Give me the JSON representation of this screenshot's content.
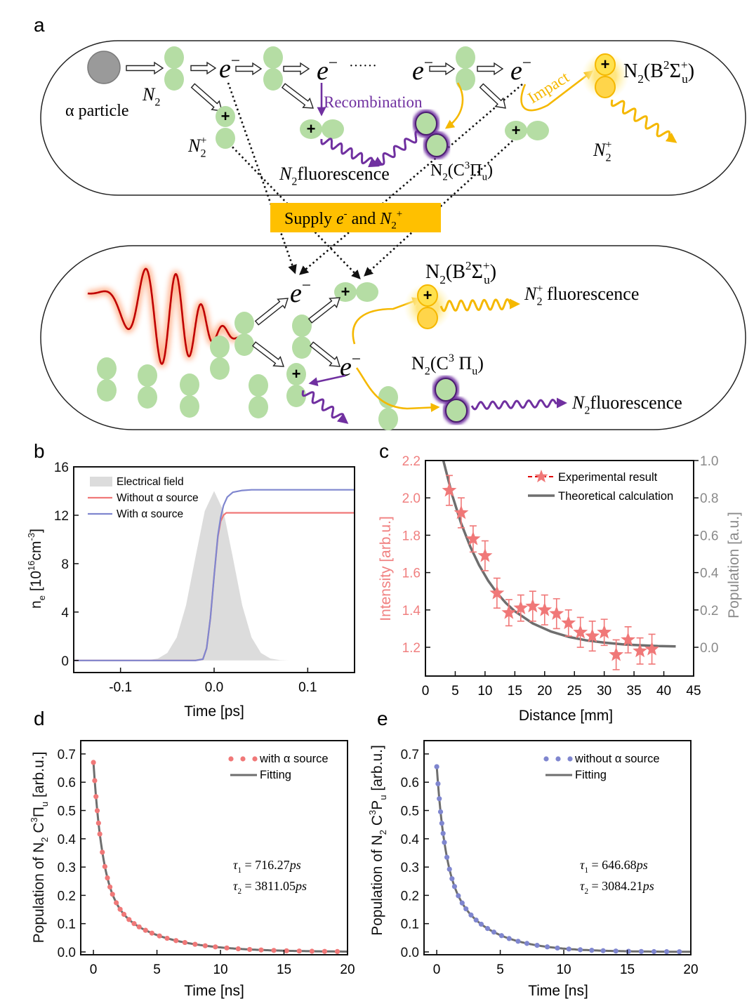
{
  "diagram": {
    "panel_label": "a",
    "ion_symbol": "+",
    "alpha_particle": "α particle",
    "n2_label": [
      {
        "t": "N",
        "i": true
      },
      {
        "t": "2",
        "s": "sub"
      }
    ],
    "electron": [
      {
        "t": "e",
        "i": true
      },
      {
        "t": "−",
        "s": "sup"
      }
    ],
    "ellipsis": "······",
    "recombination": "Recombination",
    "impact": "Impact",
    "n2plus": [
      {
        "t": "N",
        "i": true
      },
      {
        "t": "+",
        "s": "sup"
      },
      {
        "t": "2",
        "s": "sub",
        "dx": -9
      }
    ],
    "n2_fluorescence": [
      {
        "t": "N",
        "i": true
      },
      {
        "t": "2",
        "s": "sub"
      },
      {
        "t": "fluorescence"
      }
    ],
    "n2_c3pi": [
      {
        "t": "N"
      },
      {
        "t": "2",
        "s": "sub"
      },
      {
        "t": "(C"
      },
      {
        "t": "3",
        "s": "sup"
      },
      {
        "t": "Π"
      },
      {
        "t": "u",
        "s": "sub"
      },
      {
        "t": ")"
      }
    ],
    "n2_b2sigma": [
      {
        "t": "N"
      },
      {
        "t": "2",
        "s": "sub"
      },
      {
        "t": "(B"
      },
      {
        "t": "2",
        "s": "sup"
      },
      {
        "t": "Σ"
      },
      {
        "t": "+",
        "s": "sup"
      },
      {
        "t": "u",
        "s": "sub",
        "dx": -8
      },
      {
        "t": ")"
      }
    ],
    "supply_box": [
      {
        "t": "Supply "
      },
      {
        "t": "e",
        "i": true
      },
      {
        "t": "-",
        "s": "sup"
      },
      {
        "t": " and "
      },
      {
        "t": "N",
        "i": true
      },
      {
        "t": "2",
        "s": "sub"
      },
      {
        "t": "+",
        "s": "sup"
      }
    ],
    "n2plus_fluorescence": [
      {
        "t": "N",
        "i": true
      },
      {
        "t": "+",
        "s": "sup"
      },
      {
        "t": "2",
        "s": "sub",
        "dx": -9
      },
      {
        "t": " fluorescence"
      }
    ],
    "n2_c3pi_bottom": [
      {
        "t": "N"
      },
      {
        "t": "2",
        "s": "sub"
      },
      {
        "t": "(C"
      },
      {
        "t": "3",
        "s": "sup"
      },
      {
        "t": " Π"
      },
      {
        "t": "u",
        "s": "sub"
      },
      {
        "t": ")"
      }
    ],
    "colors": {
      "supply_box": "#FFC000",
      "yellow": "#F5B800",
      "purple": "#7030A0",
      "molecule": "#B5DDA4",
      "laser": "#C00000"
    }
  },
  "chart_data": [
    {
      "panel_label": "b",
      "type": "line",
      "xlabel": "Time [ps]",
      "ylabel": [
        {
          "t": "n"
        },
        {
          "t": "e",
          "s": "sub"
        },
        {
          "t": " [10"
        },
        {
          "t": "16",
          "s": "sup"
        },
        {
          "t": "cm"
        },
        {
          "t": "-3",
          "s": "sup"
        },
        {
          "t": "]"
        }
      ],
      "xlim": [
        -0.15,
        0.15
      ],
      "ylim": [
        -1,
        16
      ],
      "xticks": [
        -0.1,
        0.0,
        0.1
      ],
      "xtick_labels": [
        "-0.1",
        "0.0",
        "0.1"
      ],
      "yticks": [
        0,
        4,
        8,
        12,
        16
      ],
      "ytick_labels": [
        "0",
        "4",
        "8",
        "12",
        "16"
      ],
      "legend_position": "top-left",
      "series": [
        {
          "name": "Electrical field",
          "kind": "area",
          "color": "#DCDCDC",
          "x": [
            -0.08,
            -0.07,
            -0.06,
            -0.05,
            -0.04,
            -0.03,
            -0.02,
            -0.01,
            0,
            0.01,
            0.02,
            0.03,
            0.04,
            0.05,
            0.06,
            0.07,
            0.08
          ],
          "y": [
            0,
            0.03,
            0.16,
            0.62,
            1.9,
            4.55,
            8.5,
            12.35,
            14,
            12.35,
            8.5,
            4.55,
            1.9,
            0.62,
            0.16,
            0.03,
            0
          ]
        },
        {
          "name": "Without α source",
          "kind": "line",
          "color": "#F07878",
          "x": [
            -0.15,
            -0.02,
            -0.012,
            -0.008,
            -0.004,
            0,
            0.004,
            0.007,
            0.01,
            0.013,
            0.02,
            0.15
          ],
          "y": [
            0,
            0,
            0.1,
            1.0,
            3.5,
            7.0,
            10.2,
            11.5,
            12.0,
            12.2,
            12.2,
            12.2
          ]
        },
        {
          "name": "With α source",
          "kind": "line",
          "color": "#7F86CF",
          "x": [
            -0.15,
            -0.02,
            -0.012,
            -0.008,
            -0.004,
            0,
            0.004,
            0.007,
            0.01,
            0.014,
            0.02,
            0.03,
            0.04,
            0.15
          ],
          "y": [
            0,
            0,
            0.1,
            1.0,
            3.5,
            7.0,
            10.3,
            11.8,
            12.8,
            13.5,
            13.9,
            14.05,
            14.1,
            14.1
          ]
        }
      ]
    },
    {
      "panel_label": "c",
      "type": "scatter",
      "xlabel": "Distance [mm]",
      "ylabel": "Intensity [arb.u.]",
      "ylabel_right": "Population [a.u.]",
      "xlim": [
        0,
        45
      ],
      "ylim": [
        1.046,
        2.2
      ],
      "ylim_right": [
        -0.154,
        1.0
      ],
      "xticks": [
        0,
        5,
        10,
        15,
        20,
        25,
        30,
        35,
        40,
        45
      ],
      "xtick_labels": [
        "0",
        "5",
        "10",
        "15",
        "20",
        "25",
        "30",
        "35",
        "40",
        "45"
      ],
      "yticks": [
        1.2,
        1.4,
        1.6,
        1.8,
        2.0,
        2.2
      ],
      "ytick_labels": [
        "1.2",
        "1.4",
        "1.6",
        "1.8",
        "2.0",
        "2.2"
      ],
      "yticks_right": [
        0.0,
        0.2,
        0.4,
        0.6,
        0.8,
        1.0
      ],
      "ytick_labels_right": [
        "0.0",
        "0.2",
        "0.4",
        "0.6",
        "0.8",
        "1.0"
      ],
      "left_axis_color": "#F08080",
      "right_axis_color": "#8A8A8A",
      "legend_position": "top-right",
      "series": [
        {
          "name": "Experimental result",
          "kind": "star-errorbar",
          "color": "#F07878",
          "x": [
            4,
            6,
            8,
            10,
            12,
            14,
            16,
            18,
            20,
            22,
            24,
            26,
            28,
            30,
            32,
            34,
            36,
            38
          ],
          "y": [
            2.04,
            1.92,
            1.78,
            1.69,
            1.49,
            1.385,
            1.41,
            1.42,
            1.4,
            1.38,
            1.33,
            1.28,
            1.26,
            1.28,
            1.16,
            1.24,
            1.18,
            1.19
          ],
          "err": [
            0.08,
            0.08,
            0.07,
            0.08,
            0.08,
            0.07,
            0.07,
            0.08,
            0.08,
            0.08,
            0.07,
            0.08,
            0.08,
            0.07,
            0.08,
            0.07,
            0.07,
            0.08
          ]
        },
        {
          "name": "Theoretical calculation",
          "kind": "line",
          "axis": "right",
          "color": "#6E6E6E",
          "x": [
            3,
            4.5,
            6,
            7.5,
            9,
            10.5,
            12,
            13.5,
            15,
            18,
            21,
            24,
            27,
            30,
            33,
            36,
            39,
            42
          ],
          "y": [
            1.0,
            0.814,
            0.663,
            0.54,
            0.44,
            0.358,
            0.291,
            0.237,
            0.193,
            0.128,
            0.085,
            0.056,
            0.037,
            0.025,
            0.016,
            0.011,
            0.007,
            0.005
          ]
        }
      ]
    },
    {
      "panel_label": "d",
      "type": "scatter",
      "xlabel": "Time [ns]",
      "ylabel": [
        {
          "t": "Population of N"
        },
        {
          "t": "2",
          "s": "sub"
        },
        {
          "t": " C"
        },
        {
          "t": "3",
          "s": "sup"
        },
        {
          "t": "Π"
        },
        {
          "t": "u",
          "s": "sub"
        },
        {
          "t": " [arb.u.]"
        }
      ],
      "xlim": [
        -1,
        20
      ],
      "ylim": [
        -0.01,
        0.747
      ],
      "xticks": [
        0,
        5,
        10,
        15,
        20
      ],
      "xtick_labels": [
        "0",
        "5",
        "10",
        "15",
        "20"
      ],
      "yticks": [
        0,
        0.1,
        0.2,
        0.3,
        0.4,
        0.5,
        0.6,
        0.7
      ],
      "ytick_labels": [
        "0.0",
        "0.1",
        "0.2",
        "0.3",
        "0.4",
        "0.5",
        "0.6",
        "0.7"
      ],
      "legend_position": "top-right",
      "fit_model": {
        "A1": 0.45,
        "tau1_ns": 0.71627,
        "A2": 0.22,
        "tau2_ns": 3.81105
      },
      "annotations": [
        [
          {
            "t": "τ",
            "i": true
          },
          {
            "t": "1",
            "s": "sub"
          },
          {
            "t": " = 716.27"
          },
          {
            "t": "ps",
            "i": true
          }
        ],
        [
          {
            "t": "τ",
            "i": true
          },
          {
            "t": "2",
            "s": "sub"
          },
          {
            "t": " = 3811.05"
          },
          {
            "t": "ps",
            "i": true
          }
        ]
      ],
      "series": [
        {
          "name": "with α source",
          "kind": "dots",
          "color": "#F07878",
          "x": [
            0,
            0.1,
            0.2,
            0.3,
            0.4,
            0.5,
            0.7,
            0.9,
            1.1,
            1.3,
            1.5,
            1.8,
            2.1,
            2.4,
            2.8,
            3.2,
            3.6,
            4.1,
            4.6,
            5.2,
            5.8,
            6.5,
            7.2,
            8,
            8.8,
            9.6,
            10.5,
            11.4,
            12.3,
            13.2,
            14.2,
            15.2,
            16.2,
            17.2,
            18.2,
            19.2
          ]
        },
        {
          "name": "Fitting",
          "kind": "fit",
          "color": "#6E6E6E"
        }
      ]
    },
    {
      "panel_label": "e",
      "type": "scatter",
      "xlabel": "Time [ns]",
      "ylabel": [
        {
          "t": "Population of N"
        },
        {
          "t": "2",
          "s": "sub"
        },
        {
          "t": " C"
        },
        {
          "t": "3",
          "s": "sup"
        },
        {
          "t": "P"
        },
        {
          "t": "u",
          "s": "sub"
        },
        {
          "t": " [arb.u.]"
        }
      ],
      "xlim": [
        -1,
        20
      ],
      "ylim": [
        -0.01,
        0.747
      ],
      "xticks": [
        0,
        5,
        10,
        15,
        20
      ],
      "xtick_labels": [
        "0",
        "5",
        "10",
        "15",
        "20"
      ],
      "yticks": [
        0,
        0.1,
        0.2,
        0.3,
        0.4,
        0.5,
        0.6,
        0.7
      ],
      "ytick_labels": [
        "0.0",
        "0.1",
        "0.2",
        "0.3",
        "0.4",
        "0.5",
        "0.6",
        "0.7"
      ],
      "legend_position": "top-right",
      "fit_model": {
        "A1": 0.355,
        "tau1_ns": 0.64668,
        "A2": 0.3,
        "tau2_ns": 3.08421
      },
      "annotations": [
        [
          {
            "t": "τ",
            "i": true
          },
          {
            "t": "1",
            "s": "sub"
          },
          {
            "t": " = 646.68"
          },
          {
            "t": "ps",
            "i": true
          }
        ],
        [
          {
            "t": "τ",
            "i": true
          },
          {
            "t": "2",
            "s": "sub"
          },
          {
            "t": " = 3084.21"
          },
          {
            "t": "ps",
            "i": true
          }
        ]
      ],
      "series": [
        {
          "name": "without α source",
          "kind": "dots",
          "color": "#7F86CF",
          "x": [
            0,
            0.1,
            0.2,
            0.3,
            0.4,
            0.5,
            0.6,
            0.8,
            1.0,
            1.2,
            1.4,
            1.7,
            2.0,
            2.3,
            2.7,
            3.1,
            3.5,
            4.0,
            4.5,
            5.1,
            5.7,
            6.4,
            7.1,
            7.9,
            8.7,
            9.5,
            10.4,
            11.3,
            12.2,
            13.1,
            14.1,
            15.1,
            16.1,
            17.1,
            18.1,
            19.1
          ]
        },
        {
          "name": "Fitting",
          "kind": "fit",
          "color": "#6E6E6E"
        }
      ]
    }
  ]
}
